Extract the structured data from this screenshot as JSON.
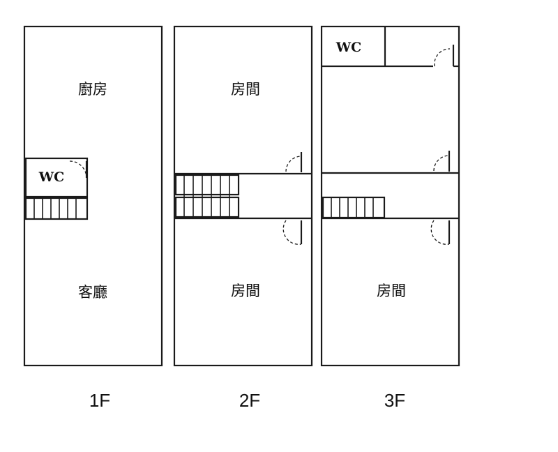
{
  "floors": {
    "f1": {
      "label": "1F",
      "rooms": {
        "kitchen": "廚房",
        "wc": "WC",
        "living": "客廳"
      }
    },
    "f2": {
      "label": "2F",
      "rooms": {
        "room_top": "房間",
        "room_bottom": "房間"
      }
    },
    "f3": {
      "label": "3F",
      "rooms": {
        "wc": "WC",
        "room_bottom": "房間"
      }
    }
  }
}
